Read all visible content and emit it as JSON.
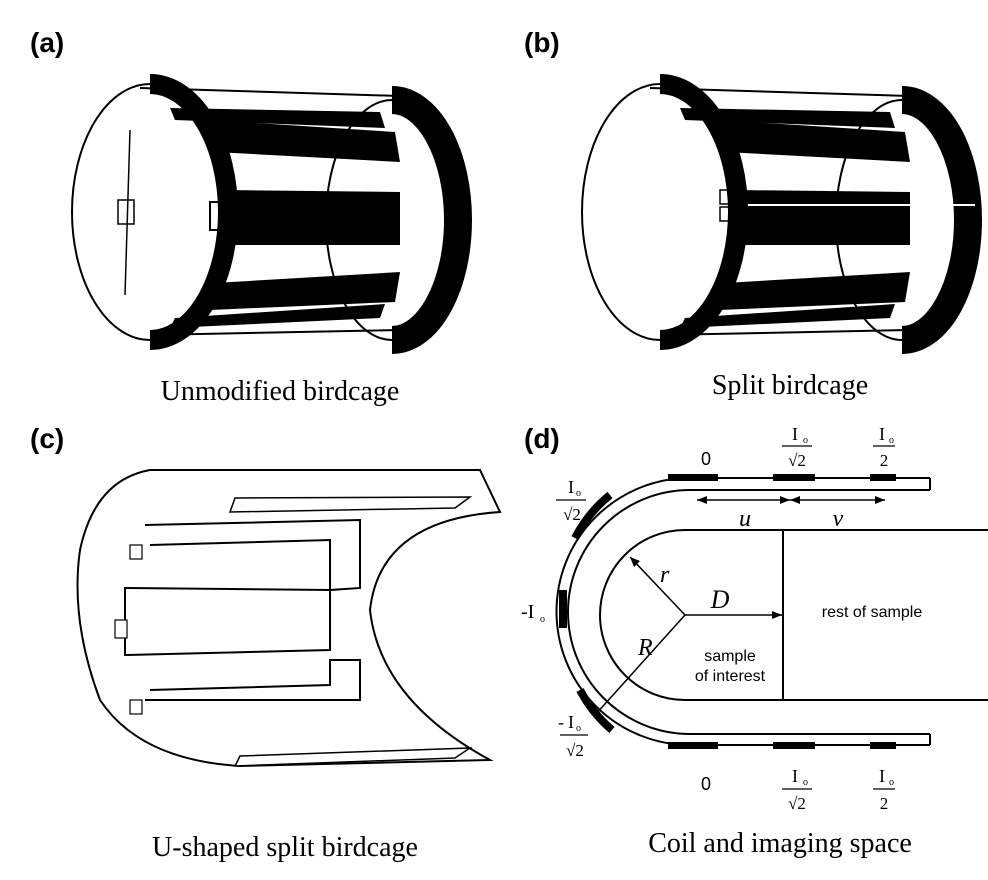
{
  "panels": {
    "a": {
      "label": "(a)",
      "caption": "Unmodified birdcage"
    },
    "b": {
      "label": "(b)",
      "caption": "Split birdcage"
    },
    "c": {
      "label": "(c)",
      "caption": "U-shaped split birdcage"
    },
    "d": {
      "label": "(d)",
      "caption": "Coil and imaging space"
    }
  },
  "diagram_d": {
    "current_zero": "0",
    "current_I0": "I",
    "current_I0_sub": "o",
    "sqrt2": "√2",
    "two": "2",
    "neg": "-",
    "neg_I0": "-I",
    "dim_u": "u",
    "dim_v": "v",
    "dim_r": "r",
    "dim_R": "R",
    "dim_D": "D",
    "region_rest": "rest of sample",
    "region_interest_line1": "sample",
    "region_interest_line2": "of interest"
  }
}
